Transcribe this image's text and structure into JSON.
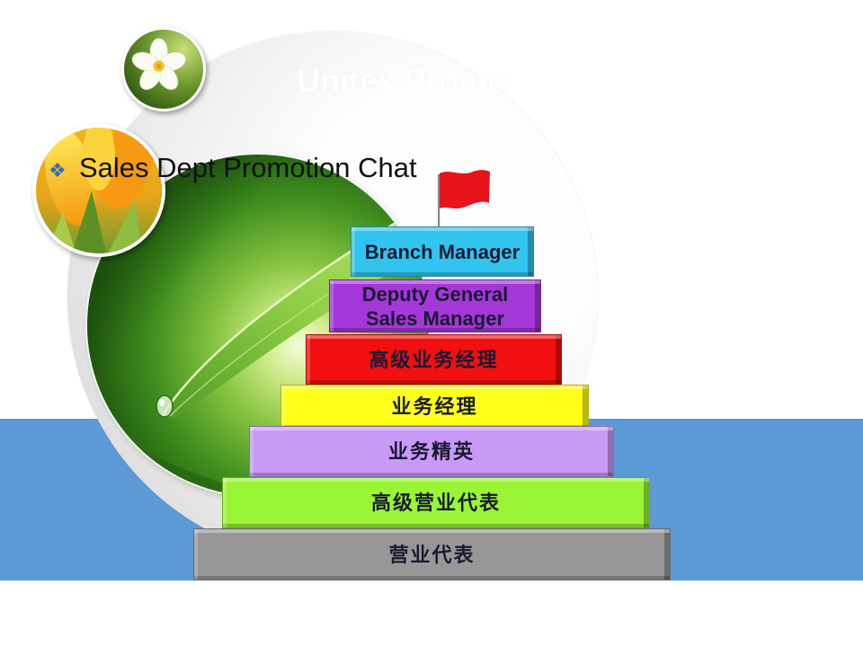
{
  "slide": {
    "title": "Unitex Promo",
    "title_color": "#ffffff",
    "bullet": {
      "icon": "diamond-bullet-icon",
      "color": "#2f6cc0",
      "glyph": "❖",
      "text": "Sales Dept Promotion Chat"
    }
  },
  "theme": {
    "band_color": "#5c9ad7",
    "flag_color": "#e8141b"
  },
  "images": {
    "top_photo": "white-flower-photo",
    "side_photo": "yellow-flower-photo",
    "main_photo": "green-leaf-photo"
  },
  "pyramid": {
    "flag_icon": "red-flag-icon",
    "levels": [
      {
        "label": "Branch Manager",
        "color": "#31c4ef"
      },
      {
        "label_lines": [
          "Deputy General",
          "Sales Manager"
        ],
        "color": "#a437d8"
      },
      {
        "label": "高级业务经理",
        "color": "#f20f0f"
      },
      {
        "label": "业务经理",
        "color": "#ffff1a"
      },
      {
        "label": "业务精英",
        "color": "#c89af6"
      },
      {
        "label": "高级营业代表",
        "color": "#99f536"
      },
      {
        "label": "营业代表",
        "color": "#979797"
      }
    ]
  }
}
